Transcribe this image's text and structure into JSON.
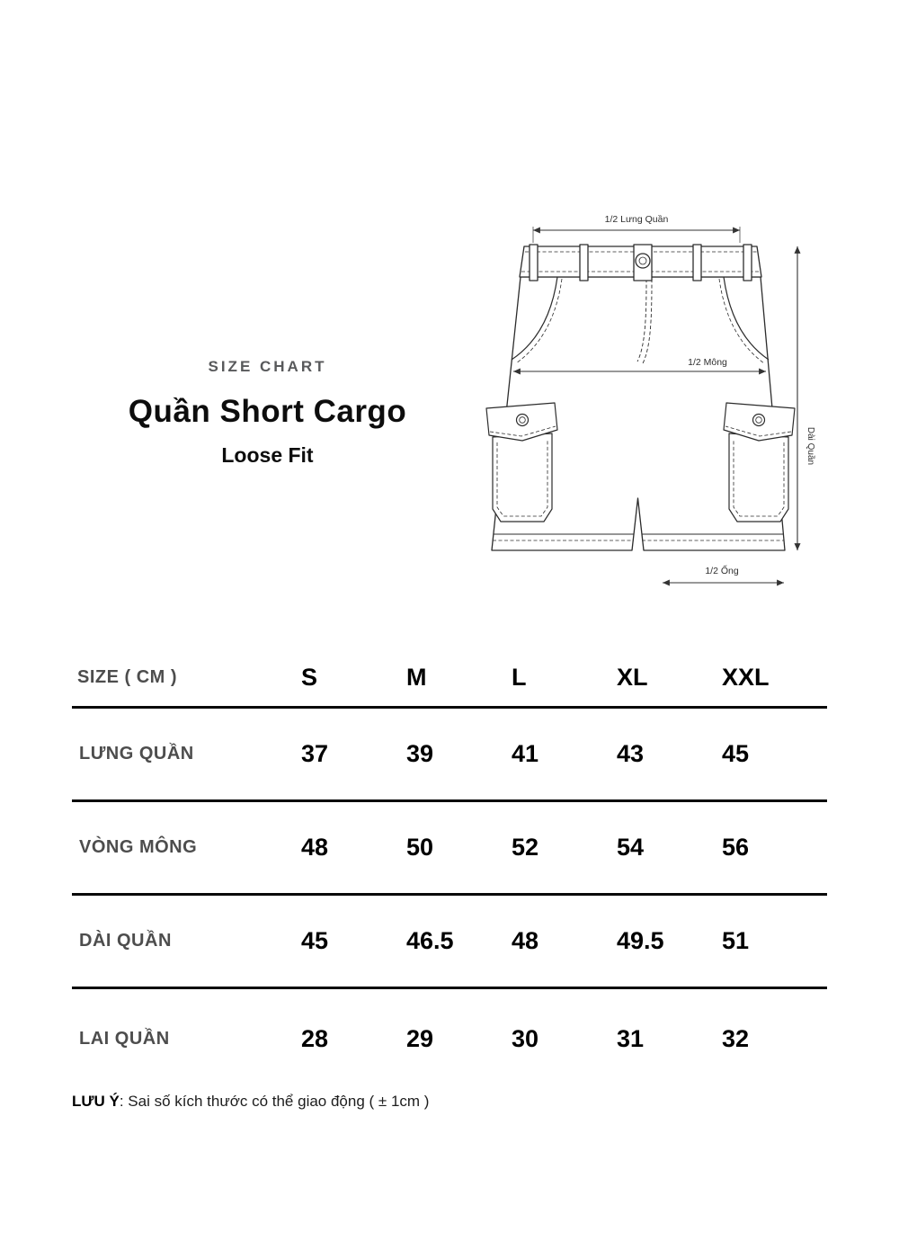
{
  "header": {
    "eyebrow": "SIZE CHART",
    "title": "Quần Short Cargo",
    "subtitle": "Loose Fit"
  },
  "diagram": {
    "labels": {
      "waist": "1/2 Lưng Quần",
      "hip": "1/2 Mông",
      "length": "Dài Quần",
      "leg_opening": "1/2 Ống"
    }
  },
  "table": {
    "unit_label": "SIZE ( CM )",
    "columns": [
      "S",
      "M",
      "L",
      "XL",
      "XXL"
    ],
    "rows": [
      {
        "label": "LƯNG QUẦN",
        "values": [
          "37",
          "39",
          "41",
          "43",
          "45"
        ]
      },
      {
        "label": "VÒNG MÔNG",
        "values": [
          "48",
          "50",
          "52",
          "54",
          "56"
        ]
      },
      {
        "label": "DÀI QUẦN",
        "values": [
          "45",
          "46.5",
          "48",
          "49.5",
          "51"
        ]
      },
      {
        "label": "LAI QUẦN",
        "values": [
          "28",
          "29",
          "30",
          "31",
          "32"
        ]
      }
    ]
  },
  "note": {
    "label": "LƯU Ý",
    "text": ": Sai số kích thước có thể giao động ( ± 1cm )"
  }
}
